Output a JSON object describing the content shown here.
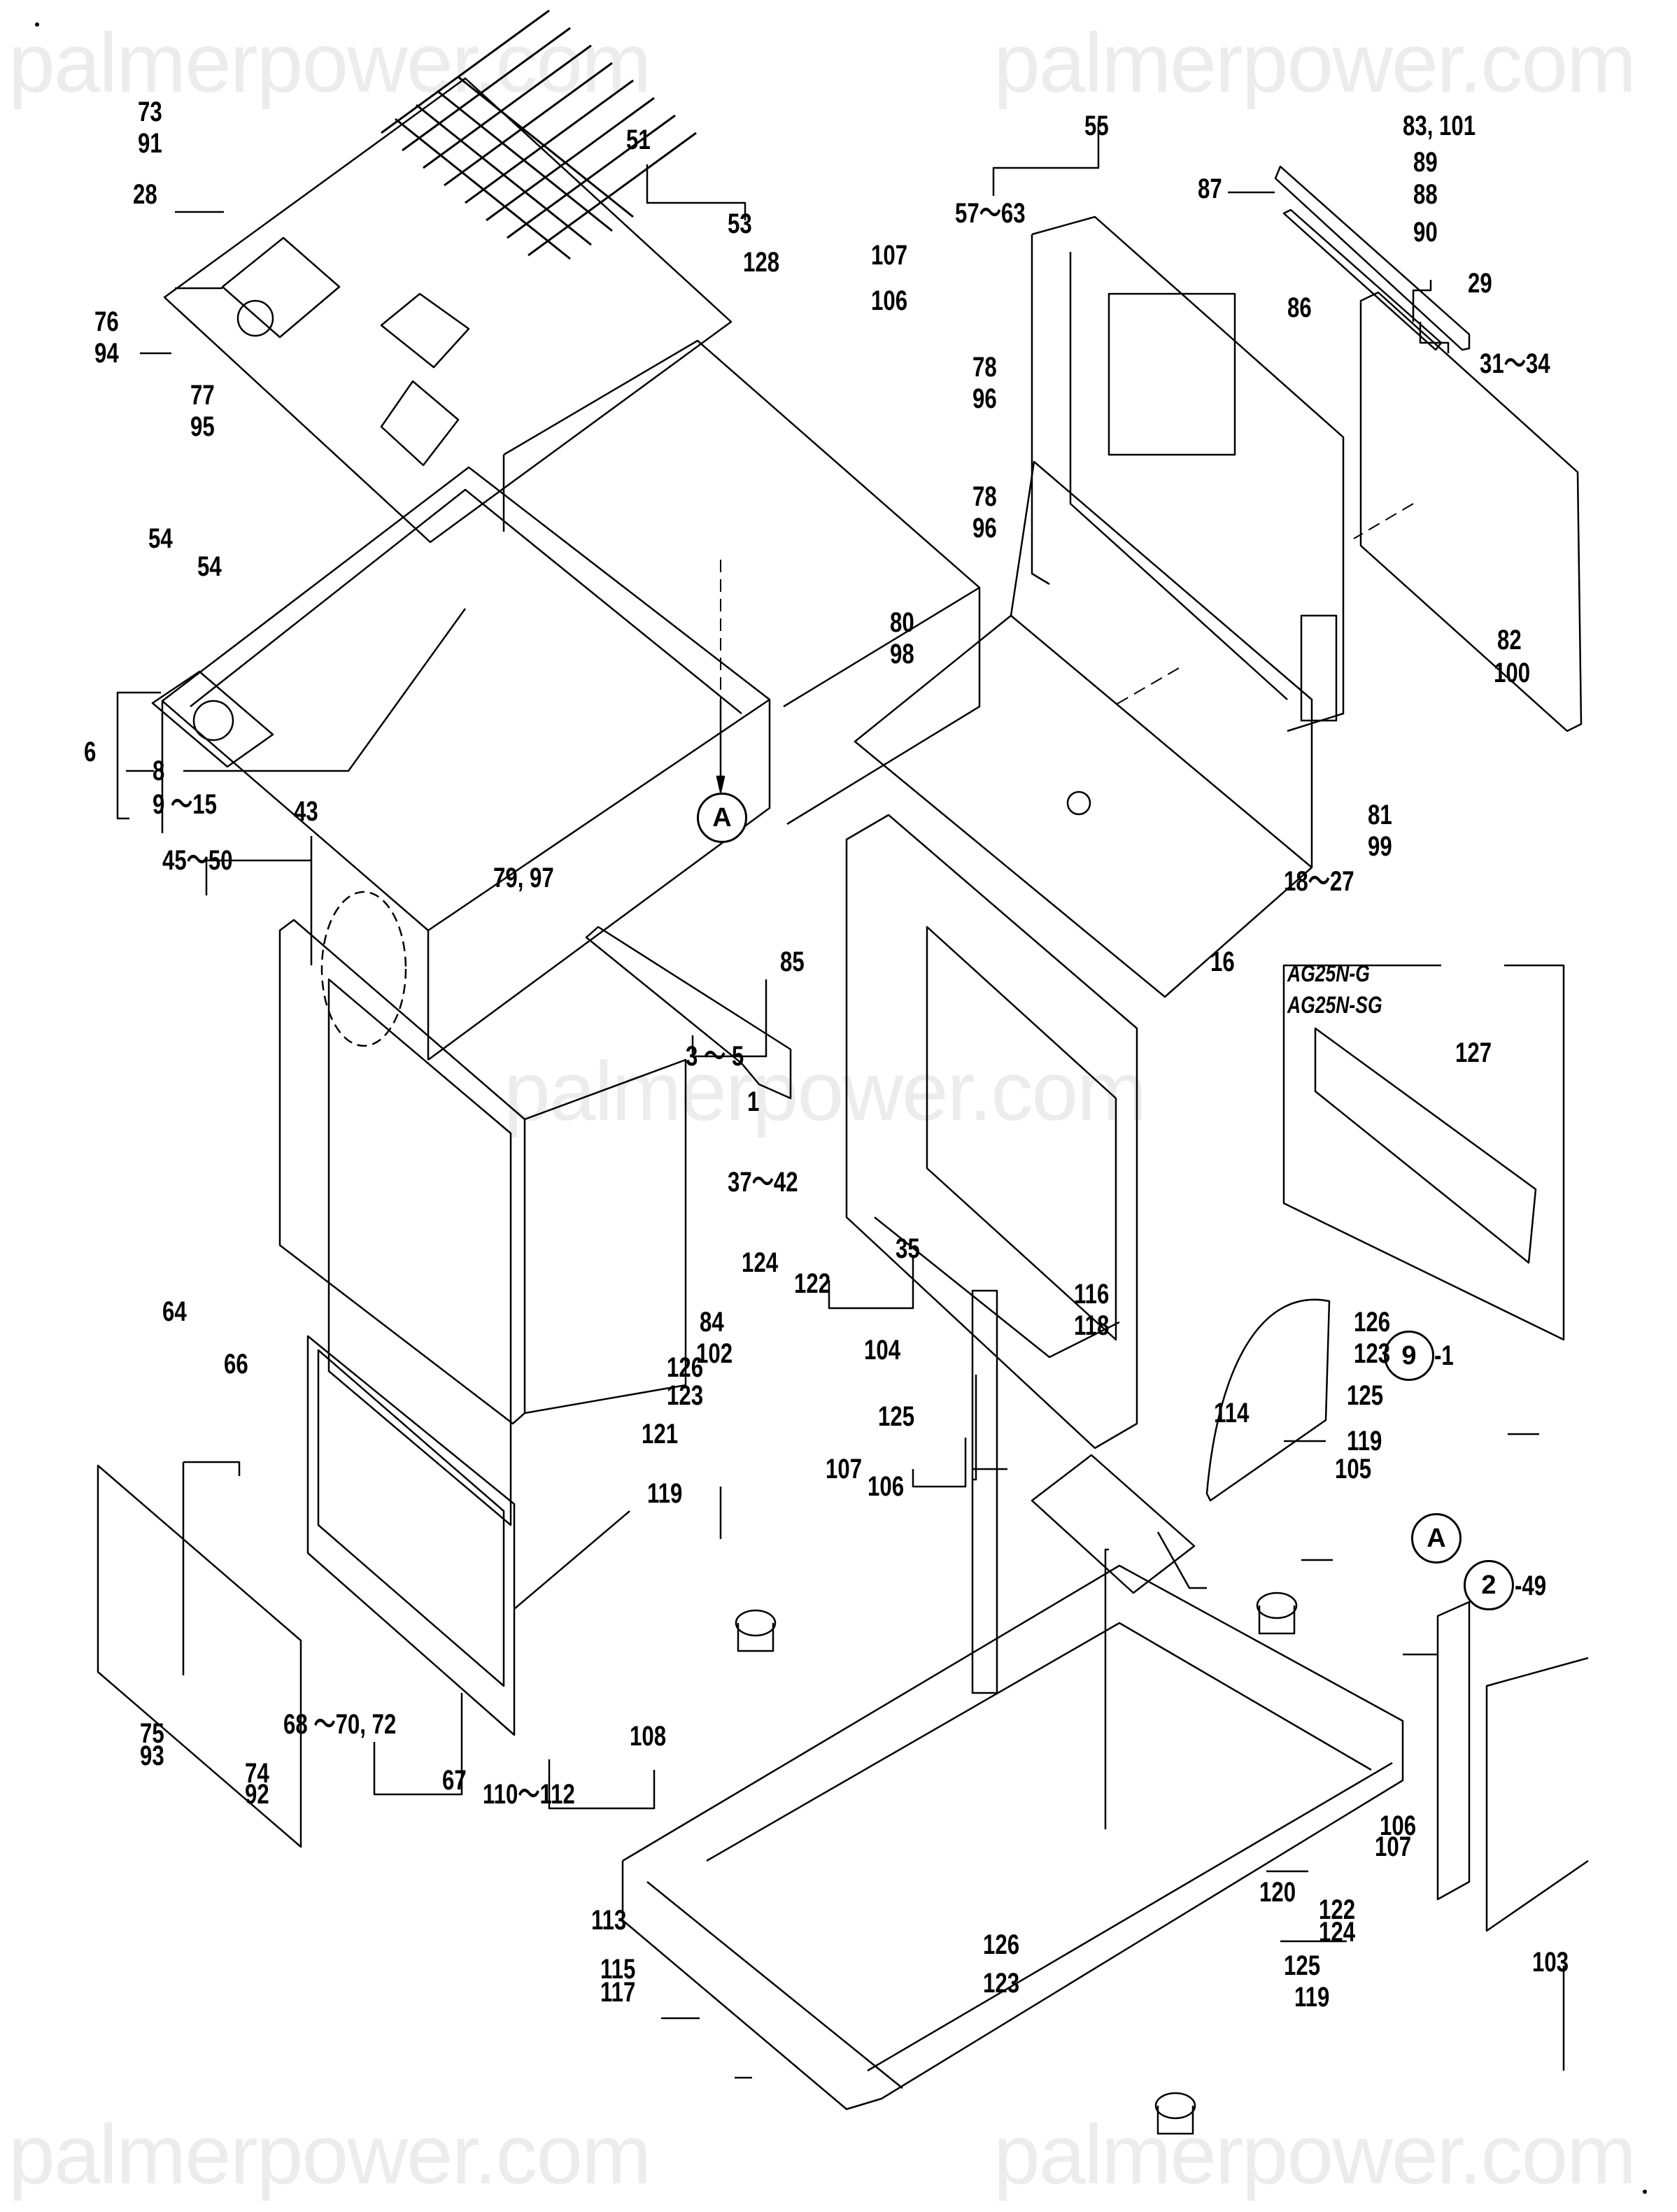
{
  "watermark": "palmerpower.com",
  "variant_note": [
    "AG25N-G",
    "AG25N-SG"
  ],
  "reference_markers": {
    "A_top": "A",
    "A_right": "A",
    "circle_9": "9",
    "circle_9_suffix": "-1",
    "circle_2": "2",
    "circle_2_suffix": "-49"
  },
  "callouts": {
    "c73": "73",
    "c91": "91",
    "c28": "28",
    "c76": "76",
    "c94": "94",
    "c77": "77",
    "c95": "95",
    "c54a": "54",
    "c54b": "54",
    "c51": "51",
    "c53": "53",
    "c128": "128",
    "c107a": "107",
    "c106a": "106",
    "c78a": "78",
    "c96a": "96",
    "c78b": "78",
    "c96b": "96",
    "c55": "55",
    "c57_63": "57～63",
    "c87": "87",
    "c86": "86",
    "c83_101": "83, 101",
    "c89": "89",
    "c88": "88",
    "c90": "90",
    "c29": "29",
    "c31_34": "31～34",
    "c82": "82",
    "c100": "100",
    "c80": "80",
    "c98": "98",
    "c81": "81",
    "c99": "99",
    "c6": "6",
    "c8": "8",
    "c9_15": "9 ～15",
    "c43": "43",
    "c45_50": "45～50",
    "c79_97": "79, 97",
    "c85": "85",
    "c18_27": "18～27",
    "c16": "16",
    "c3_5": "3 ～ 5",
    "c1": "1",
    "c127": "127",
    "c37_42": "37～42",
    "c35": "35",
    "c84": "84",
    "c102": "102",
    "c124a": "124",
    "c122a": "122",
    "c126a": "126",
    "c123a": "123",
    "c121": "121",
    "c125a": "125",
    "c119a": "119",
    "c107b": "107",
    "c106b": "106",
    "c104": "104",
    "c116": "116",
    "c118": "118",
    "c114": "114",
    "c126b": "126",
    "c123b": "123",
    "c125b": "125",
    "c119b": "119",
    "c105": "105",
    "c64": "64",
    "c66": "66",
    "c75": "75",
    "c93": "93",
    "c74": "74",
    "c92": "92",
    "c68_72": "68 ～70, 72",
    "c67": "67",
    "c108": "108",
    "c110_112": "110～112",
    "c113": "113",
    "c115": "115",
    "c117": "117",
    "c106c": "106",
    "c107c": "107",
    "c120": "120",
    "c122b": "122",
    "c124b": "124",
    "c126c": "126",
    "c123c": "123",
    "c125c": "125",
    "c119c": "119",
    "c103": "103"
  }
}
